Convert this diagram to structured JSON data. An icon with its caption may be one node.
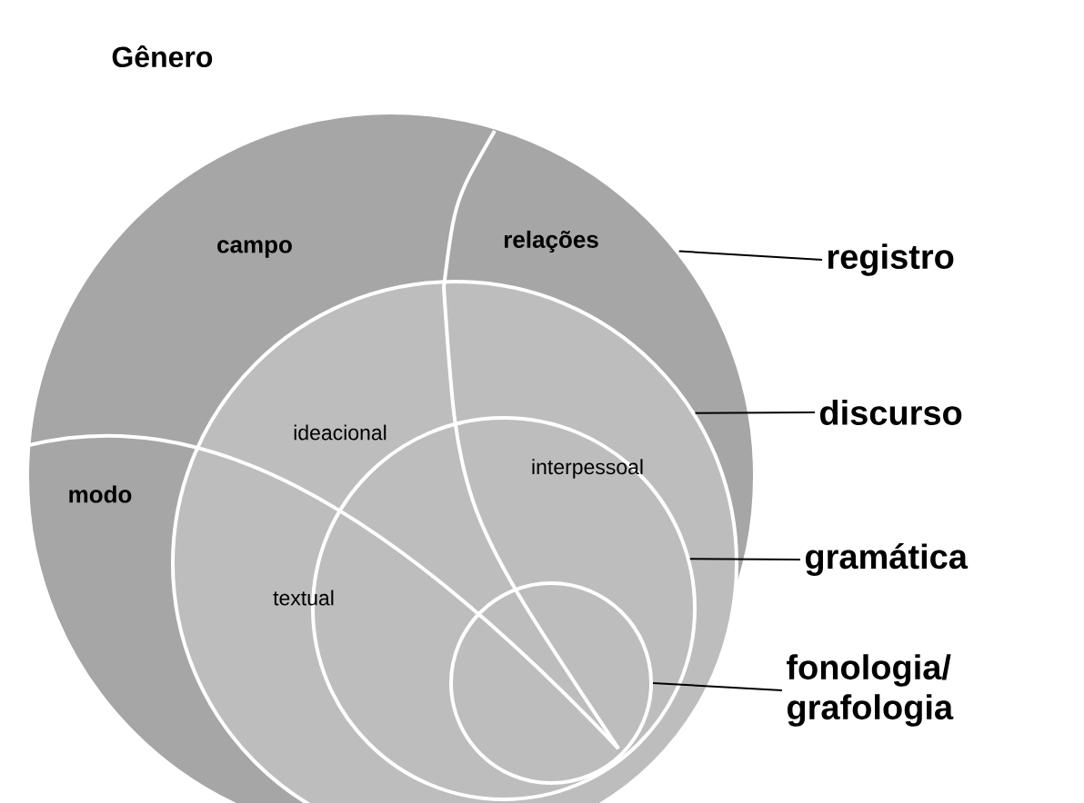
{
  "diagram": {
    "title": "Gênero",
    "nodes": [
      {
        "text": [],
        "shape": "circle"
      },
      {
        "text": [],
        "shape": "circle",
        "in": 0
      },
      {
        "text": [],
        "shape": "circle",
        "in": 1
      },
      {
        "text": [],
        "shape": "circle",
        "in": 2
      },
      {
        "text": [
          "registro"
        ]
      },
      {
        "text": [
          "discurso"
        ]
      },
      {
        "text": [
          "gramática"
        ]
      },
      {
        "text": [
          "fonologia/ grafologia"
        ]
      }
    ],
    "edges": [
      {
        "from": 4,
        "to": 0,
        "arrow": "none"
      },
      {
        "from": 5,
        "to": 1,
        "arrow": "none"
      },
      {
        "from": 6,
        "to": 2,
        "arrow": "none"
      },
      {
        "from": 7,
        "to": 3,
        "arrow": "none"
      }
    ],
    "labels": [
      "campo",
      "relações",
      "modo",
      "ideacional",
      "interpessoal",
      "textual"
    ]
  }
}
